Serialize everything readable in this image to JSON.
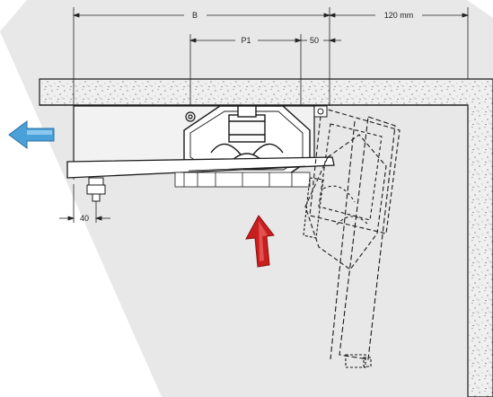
{
  "dimensions": {
    "b_label": "B",
    "width_120_label": "120 mm",
    "p1_label": "P1",
    "fifty_label": "50",
    "forty_label": "40"
  },
  "colors": {
    "background_band": "#e8e8e8",
    "countertop_fill": "#efefef",
    "line": "#1a1a1a",
    "exhaust_arrow": "#4aa0d8",
    "intake_arrow": "#c81e1e"
  },
  "icons": {
    "exhaust": "arrow-left-icon",
    "intake": "arrow-up-icon"
  }
}
